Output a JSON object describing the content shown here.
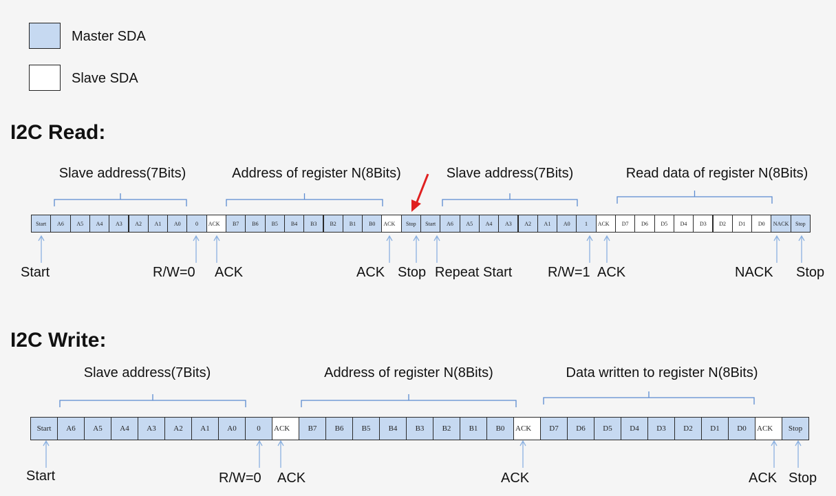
{
  "colors": {
    "master": "#c6d9f1",
    "slave": "#ffffff",
    "bracket": "#5b8bd0",
    "arrow": "#8ab0e0",
    "pointer": "#e02020"
  },
  "legend": {
    "master_label": "Master SDA",
    "slave_label": "Slave SDA"
  },
  "read": {
    "heading": "I2C Read:",
    "cells": [
      {
        "label": "Start",
        "kind": "master"
      },
      {
        "label": "A6",
        "kind": "master"
      },
      {
        "label": "A5",
        "kind": "master"
      },
      {
        "label": "A4",
        "kind": "master"
      },
      {
        "label": "A3",
        "kind": "master"
      },
      {
        "label": "A2",
        "kind": "master"
      },
      {
        "label": "A1",
        "kind": "master"
      },
      {
        "label": "A0",
        "kind": "master"
      },
      {
        "label": "0",
        "kind": "master"
      },
      {
        "label": "ACK",
        "kind": "slave"
      },
      {
        "label": "B7",
        "kind": "master"
      },
      {
        "label": "B6",
        "kind": "master"
      },
      {
        "label": "B5",
        "kind": "master"
      },
      {
        "label": "B4",
        "kind": "master"
      },
      {
        "label": "B3",
        "kind": "master"
      },
      {
        "label": "B2",
        "kind": "master"
      },
      {
        "label": "B1",
        "kind": "master"
      },
      {
        "label": "B0",
        "kind": "master"
      },
      {
        "label": "ACK",
        "kind": "slave"
      },
      {
        "label": "Stop",
        "kind": "master"
      },
      {
        "label": "Start",
        "kind": "master"
      },
      {
        "label": "A6",
        "kind": "master"
      },
      {
        "label": "A5",
        "kind": "master"
      },
      {
        "label": "A4",
        "kind": "master"
      },
      {
        "label": "A3",
        "kind": "master"
      },
      {
        "label": "A2",
        "kind": "master"
      },
      {
        "label": "A1",
        "kind": "master"
      },
      {
        "label": "A0",
        "kind": "master"
      },
      {
        "label": "1",
        "kind": "master"
      },
      {
        "label": "ACK",
        "kind": "slave"
      },
      {
        "label": "D7",
        "kind": "slave"
      },
      {
        "label": "D6",
        "kind": "slave"
      },
      {
        "label": "D5",
        "kind": "slave"
      },
      {
        "label": "D4",
        "kind": "slave"
      },
      {
        "label": "D3",
        "kind": "slave"
      },
      {
        "label": "D2",
        "kind": "slave"
      },
      {
        "label": "D1",
        "kind": "slave"
      },
      {
        "label": "D0",
        "kind": "slave"
      },
      {
        "label": "NACK",
        "kind": "master"
      },
      {
        "label": "Stop",
        "kind": "master"
      }
    ],
    "groups": [
      "Slave address(7Bits)",
      "Address of register N(8Bits)",
      "Slave address(7Bits)",
      "Read data of register N(8Bits)"
    ],
    "markers": [
      "Start",
      "R/W=0",
      "ACK",
      "ACK",
      "Stop",
      "Repeat Start",
      "R/W=1",
      "ACK",
      "NACK",
      "Stop"
    ]
  },
  "write": {
    "heading": "I2C Write:",
    "cells": [
      {
        "label": "Start",
        "kind": "master"
      },
      {
        "label": "A6",
        "kind": "master"
      },
      {
        "label": "A5",
        "kind": "master"
      },
      {
        "label": "A4",
        "kind": "master"
      },
      {
        "label": "A3",
        "kind": "master"
      },
      {
        "label": "A2",
        "kind": "master"
      },
      {
        "label": "A1",
        "kind": "master"
      },
      {
        "label": "A0",
        "kind": "master"
      },
      {
        "label": "0",
        "kind": "master"
      },
      {
        "label": "ACK",
        "kind": "slave"
      },
      {
        "label": "B7",
        "kind": "master"
      },
      {
        "label": "B6",
        "kind": "master"
      },
      {
        "label": "B5",
        "kind": "master"
      },
      {
        "label": "B4",
        "kind": "master"
      },
      {
        "label": "B3",
        "kind": "master"
      },
      {
        "label": "B2",
        "kind": "master"
      },
      {
        "label": "B1",
        "kind": "master"
      },
      {
        "label": "B0",
        "kind": "master"
      },
      {
        "label": "ACK",
        "kind": "slave"
      },
      {
        "label": "D7",
        "kind": "master"
      },
      {
        "label": "D6",
        "kind": "master"
      },
      {
        "label": "D5",
        "kind": "master"
      },
      {
        "label": "D4",
        "kind": "master"
      },
      {
        "label": "D3",
        "kind": "master"
      },
      {
        "label": "D2",
        "kind": "master"
      },
      {
        "label": "D1",
        "kind": "master"
      },
      {
        "label": "D0",
        "kind": "master"
      },
      {
        "label": "ACK",
        "kind": "slave"
      },
      {
        "label": "Stop",
        "kind": "master"
      }
    ],
    "groups": [
      "Slave address(7Bits)",
      "Address of register N(8Bits)",
      "Data written to register N(8Bits)"
    ],
    "markers": [
      "Start",
      "R/W=0",
      "ACK",
      "ACK",
      "ACK",
      "Stop"
    ]
  }
}
